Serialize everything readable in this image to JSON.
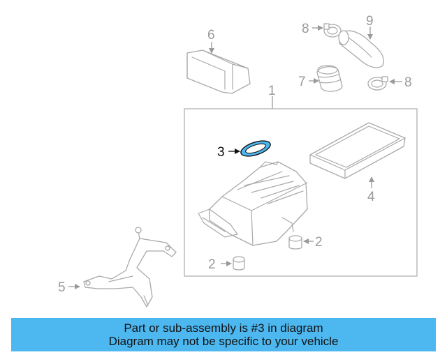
{
  "diagram": {
    "callouts": {
      "c1": "1",
      "c2a": "2",
      "c2b": "2",
      "c3": "3",
      "c4": "4",
      "c5": "5",
      "c6": "6",
      "c7": "7",
      "c8a": "8",
      "c8b": "8",
      "c9": "9"
    },
    "highlighted_part": "3",
    "colors": {
      "highlight_fill": "#4db8f0",
      "line_gray": "#a9a9a9",
      "banner_bg": "#4db8f0"
    }
  },
  "banner": {
    "line1": "Part or sub-assembly is #3 in diagram",
    "line2": "Diagram may not be specific to your vehicle"
  }
}
